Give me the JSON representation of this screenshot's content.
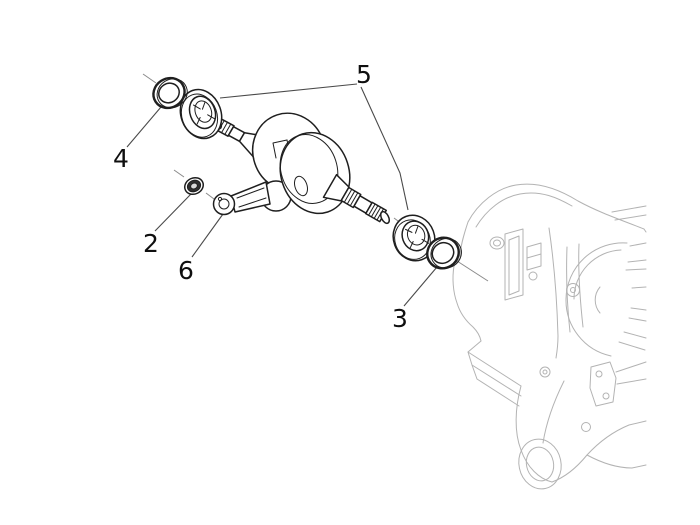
{
  "diagram": {
    "type": "exploded-parts-diagram",
    "subject": "engine crankshaft assembly with bearings, oil seals and crankcase half",
    "background_color": "#ffffff",
    "part_line_color": "#1f1f1f",
    "crankcase_line_color": "#b3b3b3",
    "leader_line_color": "#4a4a4a",
    "label_color": "#0f0f0f",
    "callouts": [
      {
        "label": "2",
        "part": "small-end-roller-cage"
      },
      {
        "label": "3",
        "part": "right-oil-seal"
      },
      {
        "label": "4",
        "part": "left-oil-seal"
      },
      {
        "label": "5",
        "part": "main-ball-bearings"
      },
      {
        "label": "6",
        "part": "connecting-rod"
      }
    ]
  }
}
